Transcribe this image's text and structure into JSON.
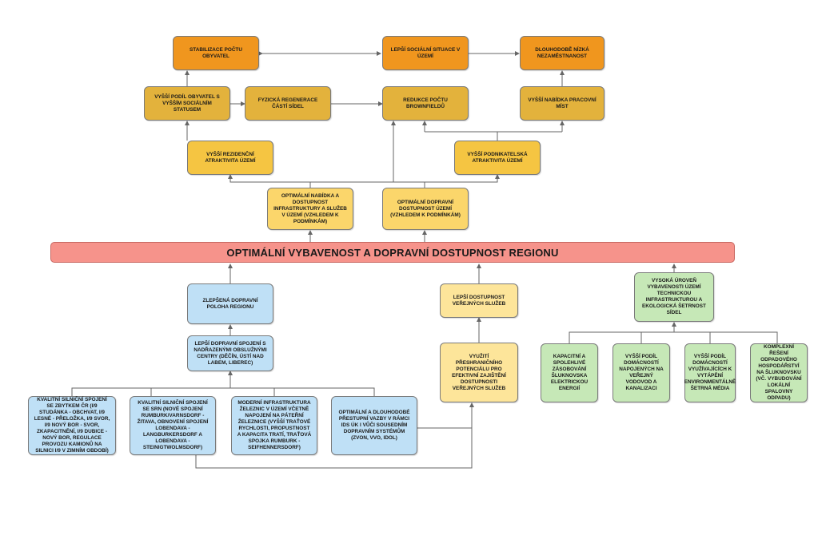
{
  "diagram": {
    "title": "OPTIMÁLNÍ VYBAVENOST A DOPRAVNÍ DOSTUPNOST REGIONU",
    "colors": {
      "orange": "#f0961e",
      "amber": "#e3b23c",
      "yellow": "#f5c542",
      "light_yellow": "#fbd66b",
      "cream": "#fde59a",
      "blue": "#bfe0f6",
      "green": "#c6e8b7",
      "banner": "#f6938b",
      "connector": "#666666"
    },
    "nodes": {
      "stabilizace": "STABILIZACE POČTU OBYVATEL",
      "socialni_situace": "LEPŠÍ SOCIÁLNÍ SITUACE V ÚZEMÍ",
      "nezamestnanost": "DLOUHODOBĚ NÍZKÁ NEZAMĚSTNANOST",
      "podil_obyvatel": "VYŠŠÍ PODÍL OBYVATEL S VYŠŠÍM SOCIÁLNÍM STATUSEM",
      "regenerace": "FYZICKÁ REGENERACE ČÁSTÍ SÍDEL",
      "brownfieldy": "REDUKCE POČTU BROWNFIELDŮ",
      "pracovni_mista": "VYŠŠÍ NABÍDKA PRACOVNÍ MÍST",
      "rezidencni": "VYŠŠÍ REZIDENČNÍ ATRAKTIVITA ÚZEMÍ",
      "podnikatelska": "VYŠŠÍ PODNIKATELSKÁ ATRAKTIVITA ÚZEMÍ",
      "nabidka_infra": "OPTIMÁLNÍ NABÍDKA A DOSTUPNOST INFRASTRUKTURY A SLUŽEB V ÚZEMÍ (VZHLEDEM K PODMÍNKÁM)",
      "dopravni_dostupnost": "OPTIMÁLNÍ DOPRAVNÍ DOSTUPNOST ÚZEMÍ (VZHLEDEM K PODMÍNKÁM)",
      "dopravni_poloha": "ZLEPŠENÁ DOPRAVNÍ POLOHA REGIONU",
      "verejne_sluzby": "LEPŠÍ DOSTUPNOST VEŘEJNÝCH SLUŽEB",
      "vybavenost_tech": "VYSOKÁ ÚROVEŇ VYBAVENOSTI ÚZEMÍ TECHNICKOU INFRASTRUKTUROU A EKOLOGICKÁ ŠETRNOST SÍDEL",
      "spojeni_centra": "LEPŠÍ DOPRAVNÍ SPOJENÍ S NADŘAZENÝMI OBSLUŽNÝMI CENTRY (DĚČÍN, ÚSTÍ NAD LABEM, LIBEREC)",
      "preshranicni": "VYUŽITÍ PŘESHRANIČNÍHO POTENCIÁLU PRO EFEKTIVNÍ ZAJIŠTĚNÍ DOSTUPNOSTI VEŘEJNÝCH SLUŽEB",
      "silnicni_cr": "KVALITNÍ SILNIČNÍ SPOJENÍ SE ZBYTKEM ČR (I/9 STUDÁNKA - OBCHVAT, I/9 LESNÉ - PŘELOŽKA, I/9 SVOR, I/9 NOVÝ BOR - SVOR, ZKAPACITNĚNÍ, I/9 DUBICE - NOVÝ BOR, REGULACE PROVOZU KAMIONŮ NA SILNICI I/9 V ZIMNÍM OBDOBÍ)",
      "silnicni_srn": "KVALITNÍ SILNIČNÍ SPOJENÍ SE SRN (NOVÉ SPOJENÍ RUMBURK/VARNSDORF - ŽITAVA, OBNOVENÍ SPOJENÍ LOBENDAVA - LANGBURKERSDORF A LOBENDAVA - STEINIGTWOLMSDORF)",
      "zeleznice": "MODERNÍ INFRASTRUKTURA ŽELEZNIC V ÚZEMÍ VČETNĚ NAPOJENÍ NA PÁTEŘNÍ ŽELEZNICE (VYŠŠÍ TRAŤOVÉ RYCHLOSTI, PROPUSTNOST A KAPACITA TRATÍ, TRAŤOVÁ SPOJKA RUMBURK - SEIFHENNERSDORF)",
      "ids_vazby": "OPTIMÁLNÍ A DLOUHODOBÉ PŘESTUPNÍ VAZBY V RÁMCI IDS ÚK I VŮČI SOUSEDNÍM DOPRAVNÍM SYSTÉMŮM (ZVON, VVO, IDOL)",
      "zasobovani": "KAPACITNÍ A SPOLEHLIVÉ ZÁSOBOVÁNÍ ŠLUKNOVSKA ELEKTRICKOU ENERGIÍ",
      "vodovod": "VYŠŠÍ PODÍL DOMÁCNOSTÍ NAPOJENÝCH NA VEŘEJNÝ VODOVOD A KANALIZACI",
      "vytapeni": "VYŠŠÍ PODÍL DOMÁCNOSTÍ VYUŽÍVAJÍCÍCH K VYTÁPĚNÍ ENVIRONMENTÁLNĚ ŠETRNÁ MÉDIA",
      "odpady": "KOMPLEXNÍ ŘEŠENÍ ODPADOVÉHO HOSPODÁŘSTVÍ NA ŠLUKNOVSKU (VČ. VYBUDOVÁNÍ LOKÁLNÍ SPALOVNY ODPADU)"
    }
  }
}
